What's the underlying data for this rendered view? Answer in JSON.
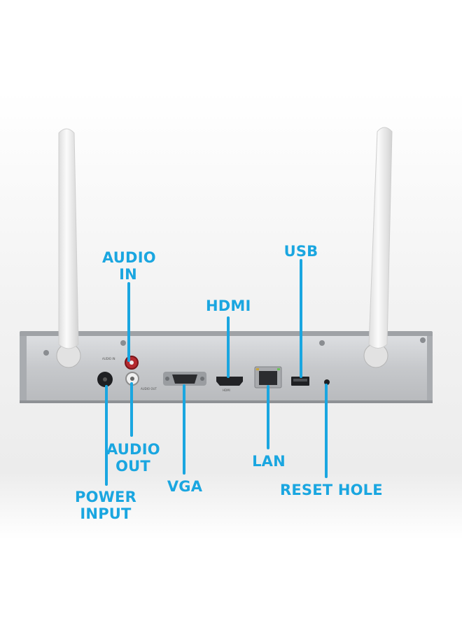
{
  "callouts": {
    "audio_in": [
      "AUDIO",
      "IN"
    ],
    "hdmi": "HDMI",
    "usb": "USB",
    "audio_out": [
      "AUDIO",
      "OUT"
    ],
    "lan": "LAN",
    "vga": "VGA",
    "power_input": [
      "POWER",
      "INPUT"
    ],
    "reset_hole": "RESET HOLE"
  },
  "port_labels": {
    "audio_in_tag": "AUDIO IN",
    "audio_out_tag": "AUDIO OUT",
    "hdmi_tag": "HDMI"
  },
  "colors": {
    "callout": "#1aa6e0",
    "panel": "#cfd1d4",
    "antenna": "#f4f4f4"
  }
}
